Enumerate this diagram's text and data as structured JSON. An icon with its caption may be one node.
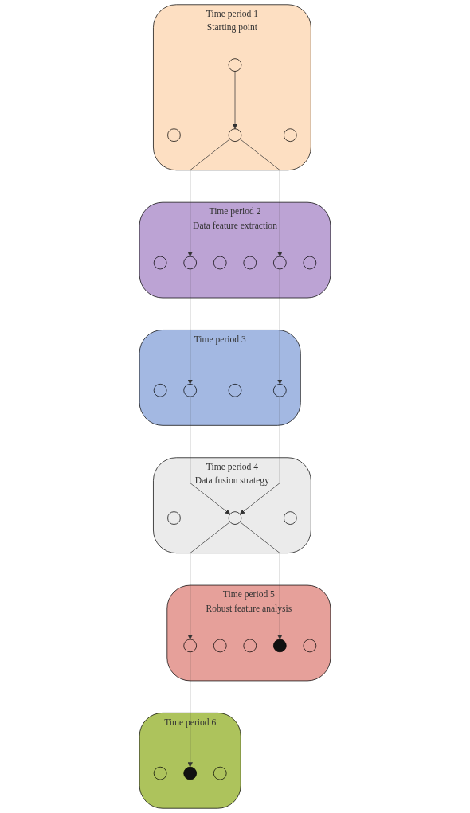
{
  "diagram": {
    "nodes": [
      {
        "text": [
          "Time period 1",
          "Starting point"
        ]
      },
      {
        "text": [],
        "shape": "circle",
        "in": 0
      },
      {
        "text": [],
        "shape": "circle",
        "in": 0
      },
      {
        "text": [],
        "shape": "circle",
        "in": 0
      },
      {
        "text": [],
        "shape": "circle",
        "in": 0
      },
      {
        "text": [
          "Time period 2",
          "Data feature extraction"
        ]
      },
      {
        "text": [],
        "shape": "circle",
        "in": 5
      },
      {
        "text": [],
        "shape": "circle",
        "in": 5
      },
      {
        "text": [],
        "shape": "circle",
        "in": 5
      },
      {
        "text": [],
        "shape": "circle",
        "in": 5
      },
      {
        "text": [],
        "shape": "circle",
        "in": 5
      },
      {
        "text": [],
        "shape": "circle",
        "in": 5
      },
      {
        "text": [
          "Time period 3"
        ]
      },
      {
        "text": [],
        "shape": "circle",
        "in": 12
      },
      {
        "text": [],
        "shape": "circle",
        "in": 12
      },
      {
        "text": [],
        "shape": "circle",
        "in": 12
      },
      {
        "text": [],
        "shape": "circle",
        "in": 12
      },
      {
        "text": [
          "Time period 4",
          "Data fusion strategy"
        ]
      },
      {
        "text": [],
        "shape": "circle",
        "in": 17
      },
      {
        "text": [],
        "shape": "circle",
        "in": 17
      },
      {
        "text": [],
        "shape": "circle",
        "in": 17
      },
      {
        "text": [
          "Time period 5",
          "Robust feature analysis"
        ]
      },
      {
        "text": [],
        "shape": "circle",
        "in": 21
      },
      {
        "text": [],
        "shape": "circle",
        "in": 21
      },
      {
        "text": [],
        "shape": "circle",
        "in": 21
      },
      {
        "text": [],
        "shape": "circle",
        "in": 21
      },
      {
        "text": [],
        "shape": "circle",
        "in": 21
      },
      {
        "text": [
          "Time period 6"
        ]
      },
      {
        "text": [],
        "shape": "circle",
        "in": 27
      },
      {
        "text": [],
        "shape": "circle",
        "in": 27
      },
      {
        "text": [],
        "shape": "circle",
        "in": 27
      }
    ],
    "edges": [
      {
        "from": 1,
        "to": 3,
        "arrow": "to"
      },
      {
        "from": 3,
        "to": 7,
        "arrow": "to"
      },
      {
        "from": 3,
        "to": 10,
        "arrow": "to"
      },
      {
        "from": 7,
        "to": 14,
        "arrow": "to"
      },
      {
        "from": 10,
        "to": 16,
        "arrow": "to"
      },
      {
        "from": 14,
        "to": 19,
        "arrow": "to"
      },
      {
        "from": 16,
        "to": 19,
        "arrow": "to"
      },
      {
        "from": 19,
        "to": 22,
        "arrow": "to"
      },
      {
        "from": 19,
        "to": 25,
        "arrow": "to"
      },
      {
        "from": 22,
        "to": 29,
        "arrow": "to"
      }
    ]
  }
}
